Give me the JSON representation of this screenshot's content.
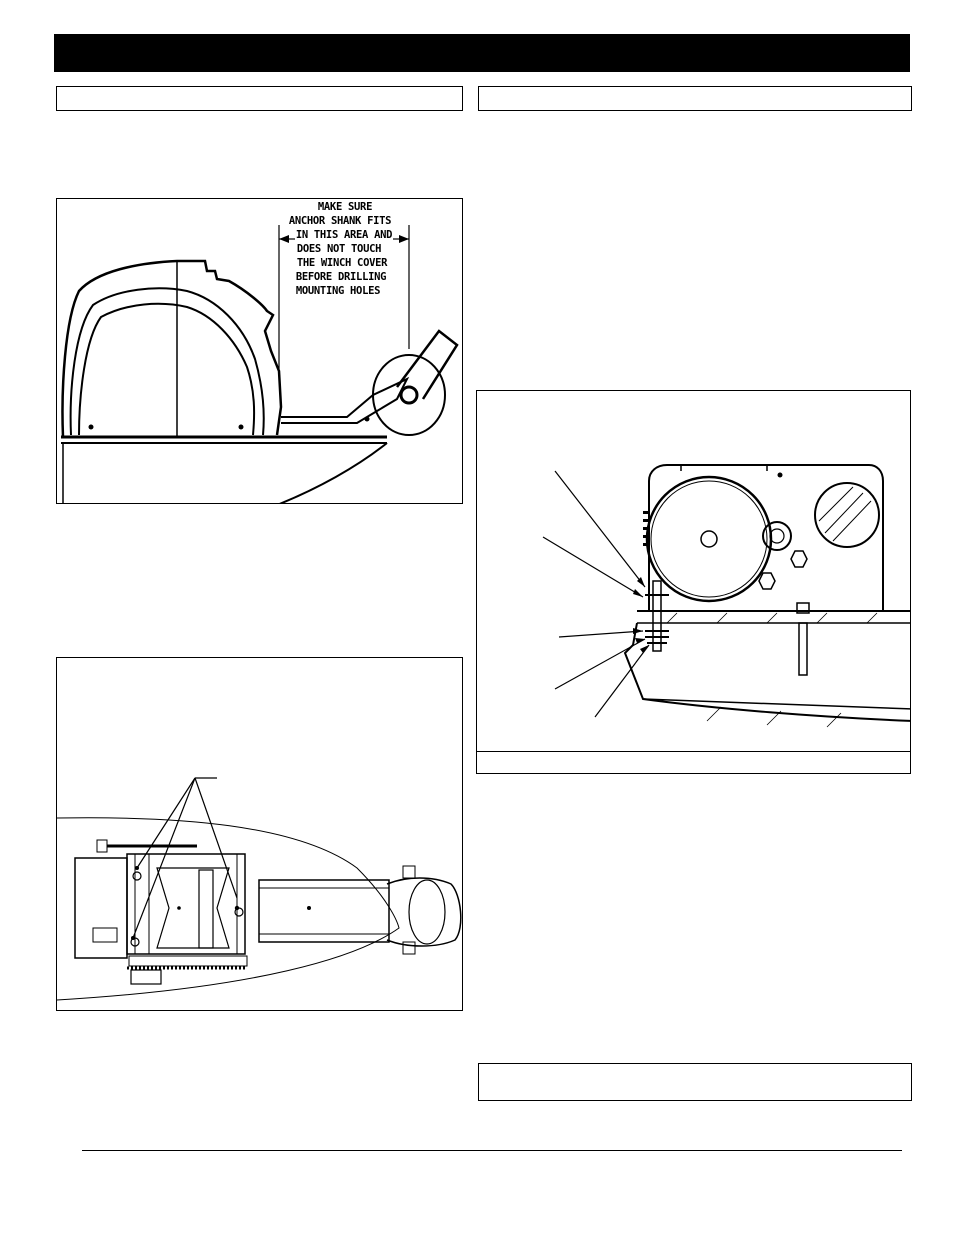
{
  "header": {
    "title": ""
  },
  "sections": {
    "left_heading": "",
    "right_heading": "",
    "right_caption": "",
    "right_note": ""
  },
  "figure1": {
    "callout_lines": [
      "MAKE SURE",
      "ANCHOR SHANK FITS",
      "IN THIS AREA AND",
      "DOES NOT TOUCH",
      "THE WINCH COVER",
      "BEFORE DRILLING",
      "MOUNTING HOLES"
    ]
  },
  "colors": {
    "ink": "#000000",
    "paper": "#ffffff",
    "bar": "#000000"
  }
}
